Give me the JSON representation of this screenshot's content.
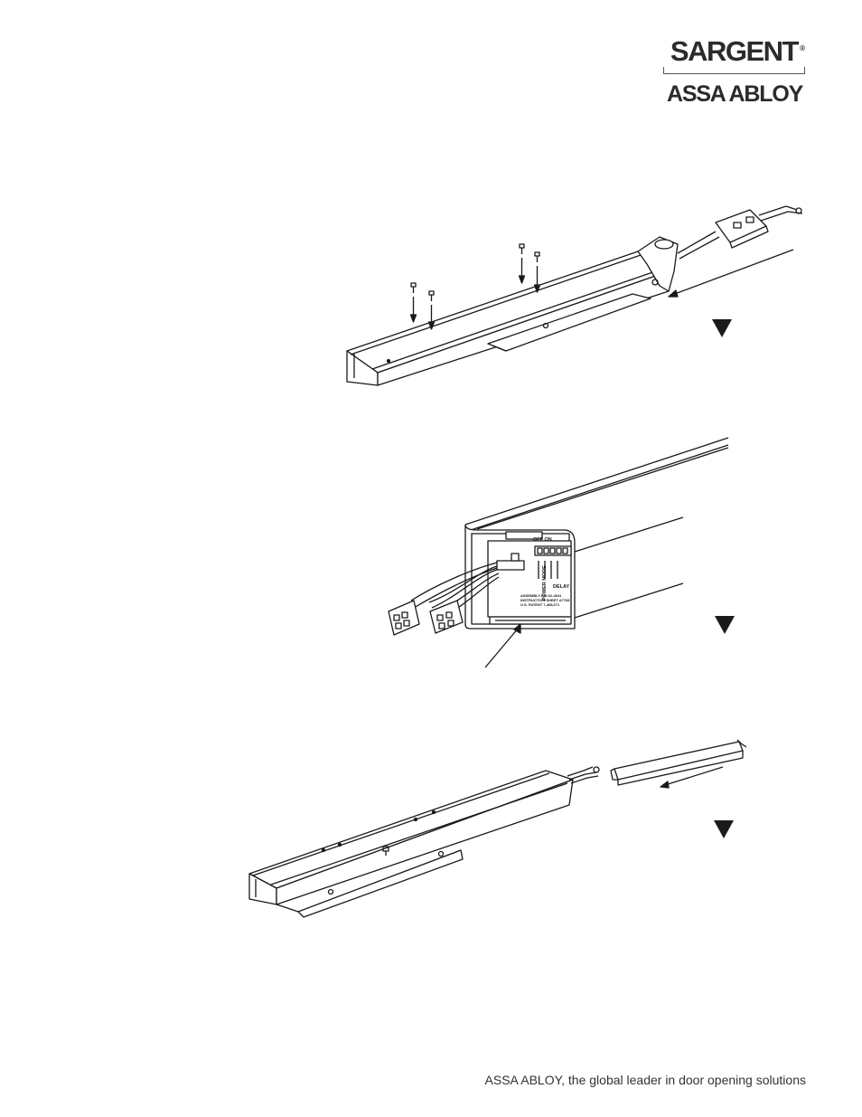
{
  "brand": {
    "name": "SARGENT",
    "registered_mark": "®",
    "parent": "ASSA ABLOY"
  },
  "figures": [
    {
      "name": "header-plate-screw-installation",
      "step_icon": "down-triangle-icon"
    },
    {
      "name": "wiring-harness-module-view",
      "step_icon": "down-triangle-icon"
    },
    {
      "name": "cover-plate-slide-installation",
      "step_icon": "down-triangle-icon"
    }
  ],
  "module_label": {
    "switch": "OFF ON",
    "power": "POWER MODE",
    "delay": "DELAY",
    "assembly": "ASSEMBLY P/N 62-4941",
    "instruction": "INSTRUCTION SHEET A7768",
    "patent": "U.S. PATENT 7,468,671"
  },
  "footer": {
    "tagline": "ASSA ABLOY, the global leader in door opening solutions"
  },
  "colors": {
    "ink": "#1a1a1a",
    "paper": "#ffffff"
  }
}
